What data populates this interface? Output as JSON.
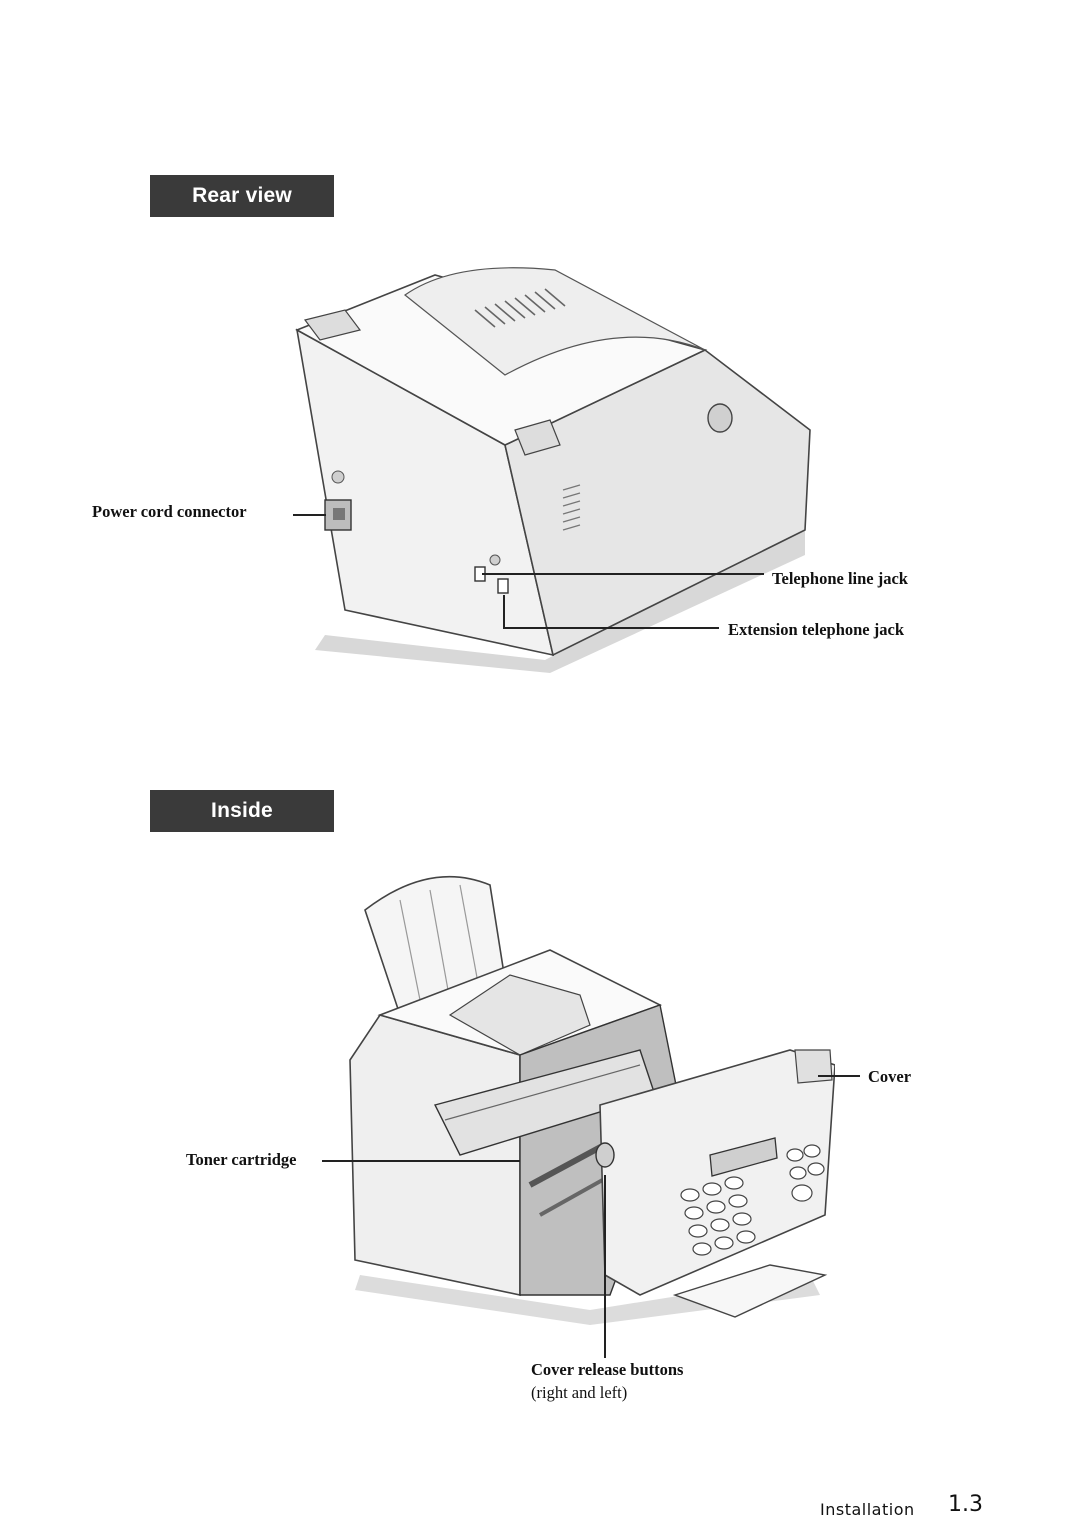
{
  "sections": {
    "rear_view": {
      "title": "Rear view",
      "labels": {
        "power_cord": "Power cord connector",
        "telephone_line": "Telephone line jack",
        "extension_telephone": "Extension telephone jack"
      }
    },
    "inside": {
      "title": "Inside",
      "labels": {
        "cover": "Cover",
        "toner": "Toner cartridge",
        "release": "Cover release buttons",
        "release_note": "right and left"
      }
    }
  },
  "footer": {
    "chapter": "Installation",
    "page": "1.3"
  }
}
